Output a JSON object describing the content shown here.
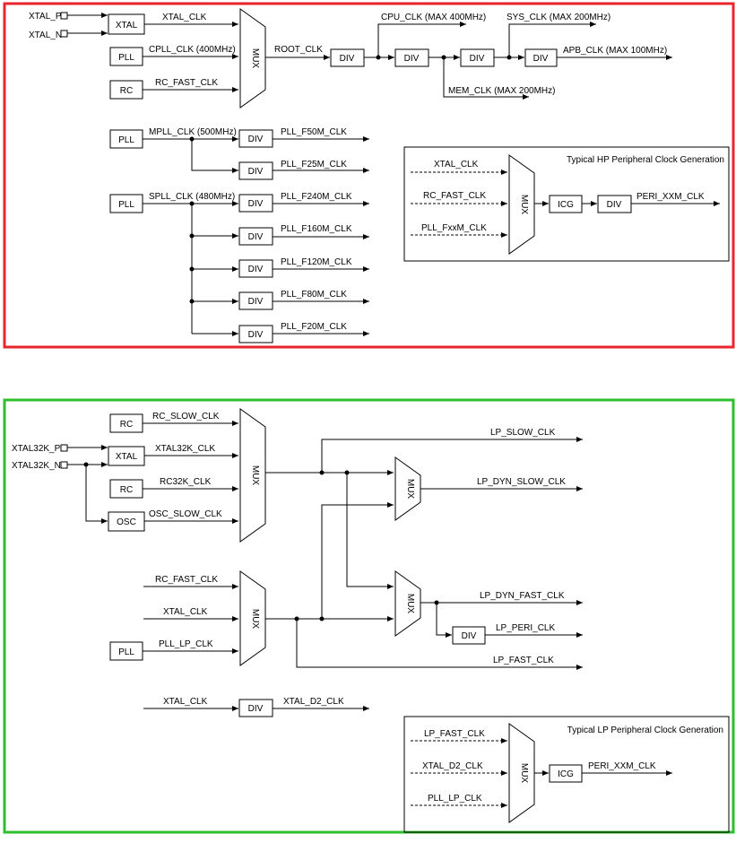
{
  "colors": {
    "hp_frame": "#e8262b",
    "lp_frame": "#2dbf2d",
    "line": "#000000"
  },
  "hp": {
    "pin_xtal_p": "XTAL_P",
    "pin_xtal_n": "XTAL_N",
    "xtal_block": "XTAL",
    "pll_block": "PLL",
    "rc_block": "RC",
    "xtal_clk": "XTAL_CLK",
    "cpll_clk": "CPLL_CLK (400MHz)",
    "rc_fast_clk": "RC_FAST_CLK",
    "mux": "MUX",
    "root_clk": "ROOT_CLK",
    "div": "DIV",
    "cpu_clk": "CPU_CLK (MAX 400MHz)",
    "sys_clk": "SYS_CLK (MAX 200MHz)",
    "apb_clk": "APB_CLK (MAX 100MHz)",
    "mem_clk": "MEM_CLK (MAX 200MHz)",
    "mpll_clk": "MPLL_CLK (500MHz)",
    "pll_f50m": "PLL_F50M_CLK",
    "pll_f25m": "PLL_F25M_CLK",
    "spll_clk": "SPLL_CLK (480MHz)",
    "pll_f240m": "PLL_F240M_CLK",
    "pll_f160m": "PLL_F160M_CLK",
    "pll_f120m": "PLL_F120M_CLK",
    "pll_f80m": "PLL_F80M_CLK",
    "pll_f20m": "PLL_F20M_CLK",
    "typical": {
      "title": "Typical HP Peripheral Clock Generation",
      "in1": "XTAL_CLK",
      "in2": "RC_FAST_CLK",
      "in3": "PLL_FxxM_CLK",
      "mux": "MUX",
      "icg": "ICG",
      "div": "DIV",
      "out": "PERI_XXM_CLK"
    }
  },
  "lp": {
    "rc_block": "RC",
    "rc_slow_clk": "RC_SLOW_CLK",
    "pin_xtal32k_p": "XTAL32K_P",
    "pin_xtal32k_n": "XTAL32K_N",
    "xtal_block": "XTAL",
    "xtal32k_clk": "XTAL32K_CLK",
    "rc32k_block": "RC",
    "rc32k_clk": "RC32K_CLK",
    "osc_block": "OSC",
    "osc_slow_clk": "OSC_SLOW_CLK",
    "mux": "MUX",
    "lp_slow_clk": "LP_SLOW_CLK",
    "lp_dyn_slow_clk": "LP_DYN_SLOW_CLK",
    "rc_fast_clk": "RC_FAST_CLK",
    "xtal_clk": "XTAL_CLK",
    "pll_block": "PLL",
    "pll_lp_clk": "PLL_LP_CLK",
    "lp_dyn_fast_clk": "LP_DYN_FAST_CLK",
    "div": "DIV",
    "lp_peri_clk": "LP_PERI_CLK",
    "lp_fast_clk": "LP_FAST_CLK",
    "xtal_clk2": "XTAL_CLK",
    "xtal_d2_clk": "XTAL_D2_CLK",
    "typical": {
      "title": "Typical LP Peripheral Clock Generation",
      "in1": "LP_FAST_CLK",
      "in2": "XTAL_D2_CLK",
      "in3": "PLL_LP_CLK",
      "mux": "MUX",
      "icg": "ICG",
      "out": "PERI_XXM_CLK"
    }
  }
}
